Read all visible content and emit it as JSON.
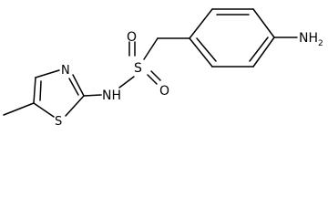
{
  "molecule": {
    "atoms": {
      "sulfur_sulfonyl": "S",
      "oxygen_left": "O",
      "oxygen_right": "O",
      "amide_nh": "NH",
      "thiazole_n": "N",
      "thiazole_s": "S",
      "amine_n": "NH",
      "amine_h_count": "2"
    }
  }
}
